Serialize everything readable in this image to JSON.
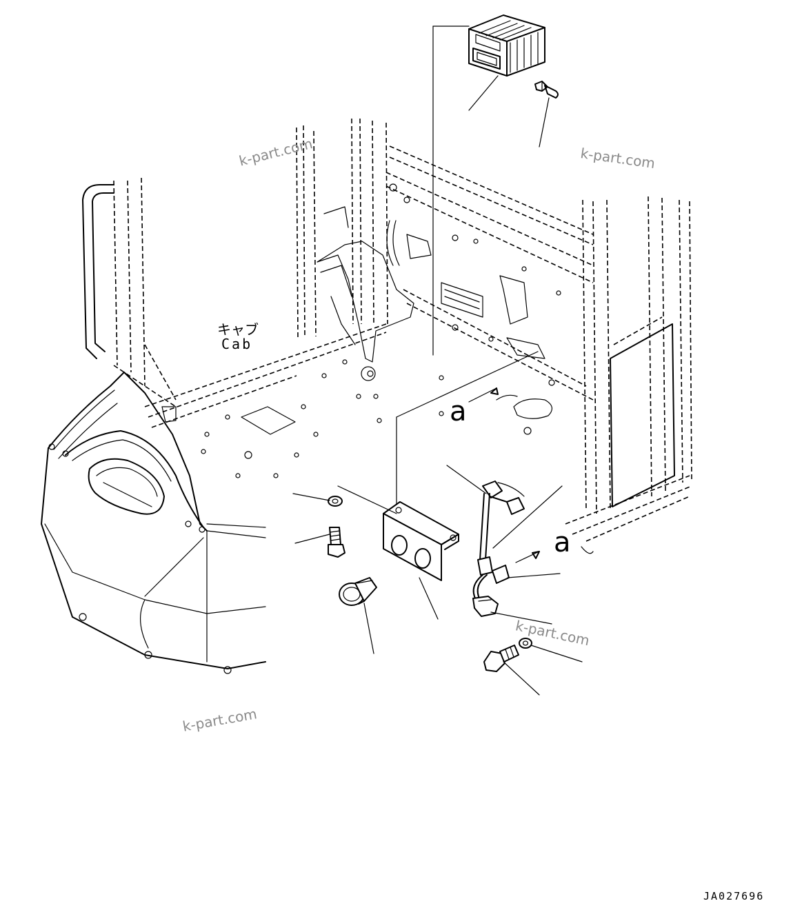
{
  "labels": {
    "cab_jp": "キャブ",
    "cab_en": "Cab",
    "view_a_top": "a",
    "view_a_right": "a",
    "drawing_number": "JA027696"
  },
  "watermarks": [
    "k-part.com",
    "k-part.com",
    "k-part.com",
    "k-part.com"
  ]
}
